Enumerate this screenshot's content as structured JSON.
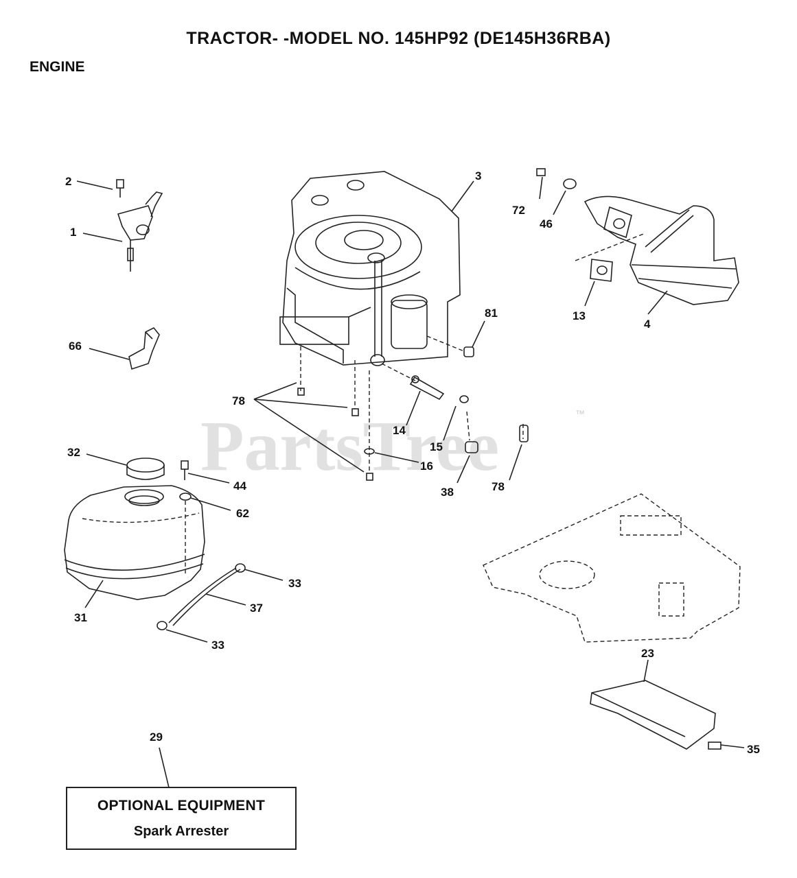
{
  "header": {
    "title": "TRACTOR- -MODEL NO. 145HP92 (DE145H36RBA)",
    "section": "ENGINE"
  },
  "watermark": {
    "brand": "PartsTree",
    "trademark": "™"
  },
  "callouts": [
    "1",
    "2",
    "3",
    "4",
    "13",
    "14",
    "15",
    "16",
    "23",
    "29",
    "31",
    "32",
    "33",
    "33",
    "35",
    "37",
    "38",
    "44",
    "46",
    "62",
    "66",
    "72",
    "78",
    "78",
    "81"
  ],
  "optional_box": {
    "line1": "OPTIONAL EQUIPMENT",
    "line2": "Spark Arrester"
  }
}
